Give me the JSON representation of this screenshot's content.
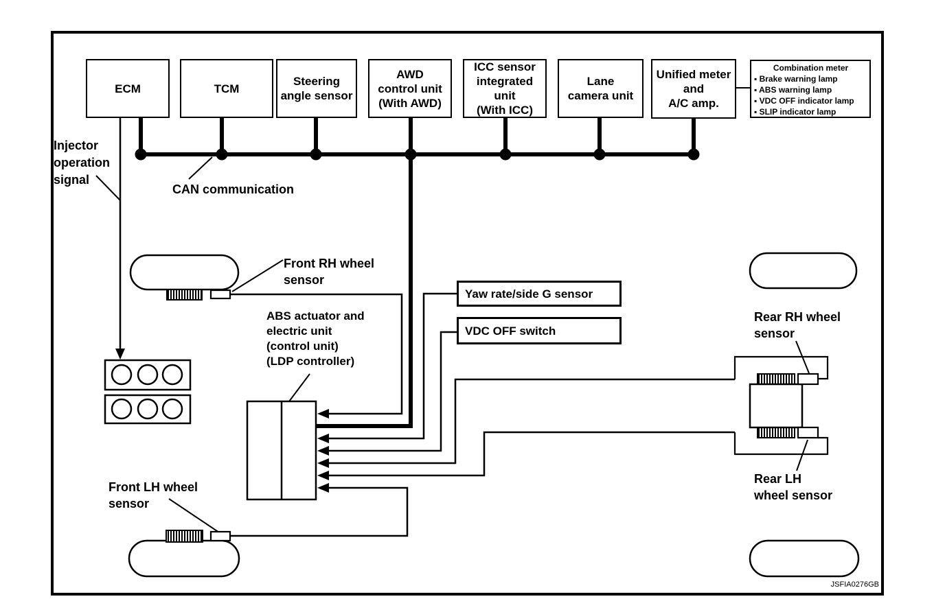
{
  "colors": {
    "ink": "#000000",
    "paper": "#ffffff"
  },
  "figure_code": "JSFIA0276GB",
  "nodes": {
    "ecm": "ECM",
    "tcm": "TCM",
    "steering_angle_sensor": "Steering\nangle sensor",
    "awd_control_unit": "AWD\ncontrol unit\n(With AWD)",
    "icc_sensor_unit": "ICC sensor\nintegrated unit\n(With ICC)",
    "lane_camera_unit": "Lane\ncamera unit",
    "unified_meter": "Unified meter\nand\nA/C amp.",
    "yaw_rate_sensor": "Yaw rate/side G sensor",
    "vdc_off_switch": "VDC OFF switch"
  },
  "combination_meter": {
    "title": "Combination meter",
    "items": [
      "▪ Brake warning lamp",
      "▪ ABS warning lamp",
      "▪ VDC OFF indicator lamp",
      "▪ SLIP indicator lamp"
    ]
  },
  "labels": {
    "injector_signal": "Injector\noperation\nsignal",
    "can_communication": "CAN communication",
    "front_rh_wheel_sensor": "Front RH wheel\nsensor",
    "front_lh_wheel_sensor": "Front LH wheel\nsensor",
    "rear_rh_wheel_sensor": "Rear RH wheel\nsensor",
    "rear_lh_wheel_sensor": "Rear LH\nwheel sensor",
    "abs_actuator": "ABS actuator and\nelectric unit\n(control unit)\n(LDP controller)"
  }
}
